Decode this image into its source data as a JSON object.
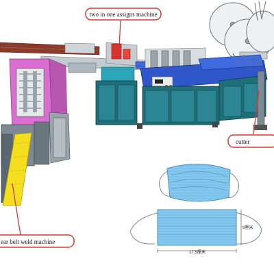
{
  "callouts": {
    "two_in_one": "two in one assigns machine",
    "cutter": "cutter",
    "ear_belt": "ear belt weld machine"
  },
  "mask_dims": {
    "height": "9厘米",
    "width": "17.5厘米"
  },
  "colors": {
    "callout_border": "#d23a2f",
    "frame_blue": "#2f57c9",
    "cabinet_teal": "#1f6f7a",
    "cabinet_steel": "#7d8a93",
    "magenta": "#d86fd0",
    "yellow_belt": "#f4de1e",
    "mask_blue": "#7cc3ea"
  }
}
